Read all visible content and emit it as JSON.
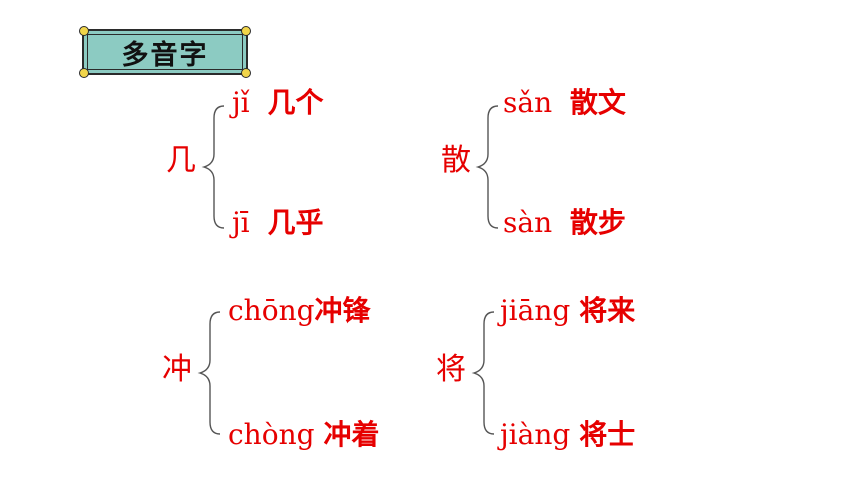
{
  "title": "多音字",
  "groups": [
    {
      "char": "几",
      "entries": [
        {
          "pinyin": "jǐ",
          "word": "几个"
        },
        {
          "pinyin": "jī",
          "word": "几乎"
        }
      ]
    },
    {
      "char": "散",
      "entries": [
        {
          "pinyin": "sǎn",
          "word": "散文"
        },
        {
          "pinyin": "sàn",
          "word": "散步"
        }
      ]
    },
    {
      "char": "冲",
      "entries": [
        {
          "pinyin": "chōng",
          "word": "冲锋"
        },
        {
          "pinyin": "chòng",
          "word": "冲着"
        }
      ]
    },
    {
      "char": "将",
      "entries": [
        {
          "pinyin": "jiāng",
          "word": "将来"
        },
        {
          "pinyin": "jiàng",
          "word": "将士"
        }
      ]
    }
  ],
  "colors": {
    "text": "#e60000",
    "title_bg": "#8ccbc2",
    "corner": "#f1d54a"
  }
}
